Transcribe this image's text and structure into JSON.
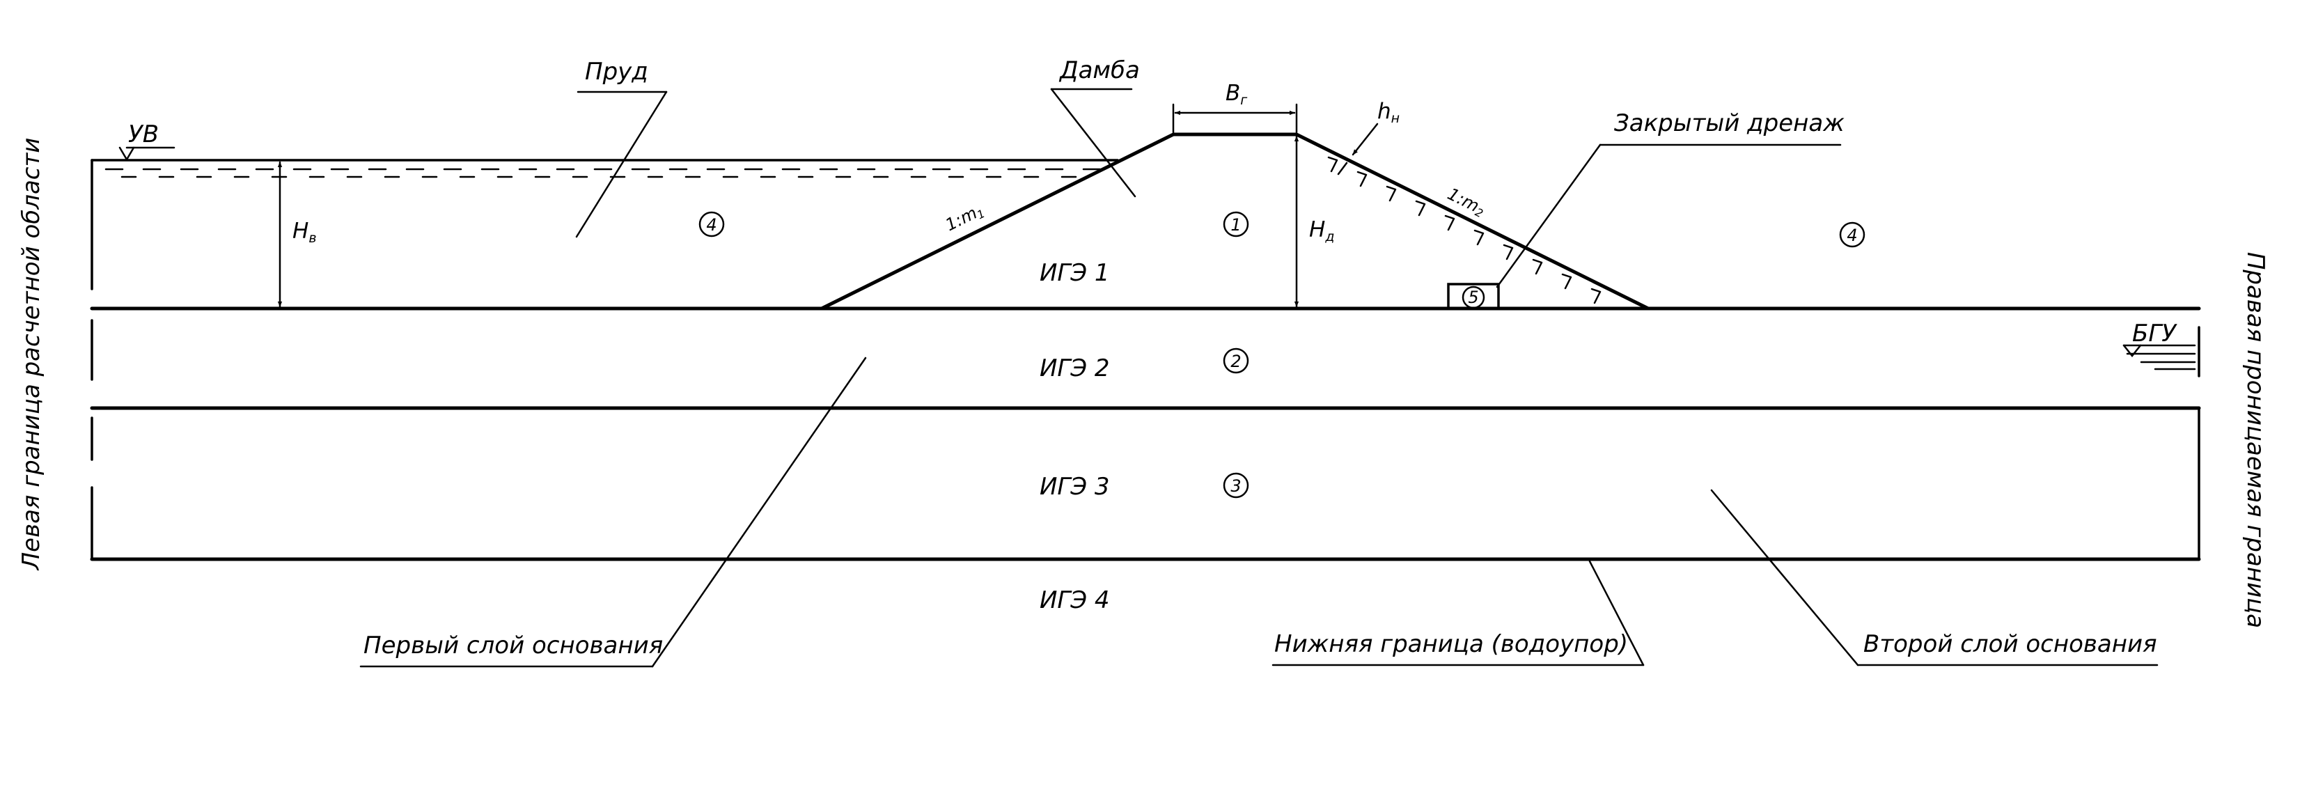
{
  "labels": {
    "pond": "Пруд",
    "dam": "Дамба",
    "closed_drain": "Закрытый дренаж",
    "first_base_layer": "Первый слой основания",
    "lower_boundary": "Нижняя граница (водоупор)",
    "second_base_layer": "Второй слой основания",
    "left_boundary": "Левая граница расчетной области",
    "right_boundary": "Правая проницаемая граница"
  },
  "levels": {
    "water_level": "УВ",
    "groundwater_level": "БГУ"
  },
  "layers": {
    "ige1": "ИГЭ 1",
    "ige2": "ИГЭ 2",
    "ige3": "ИГЭ 3",
    "ige4": "ИГЭ 4"
  },
  "zones": {
    "z1": "1",
    "z2": "2",
    "z3": "3",
    "z4_left": "4",
    "z4_right": "4",
    "z5": "5"
  },
  "dimensions": {
    "crest_width": {
      "main": "B",
      "sub": "г"
    },
    "pond_depth": {
      "main": "H",
      "sub": "в"
    },
    "dam_height": {
      "main": "H",
      "sub": "д"
    },
    "protect_thickness": {
      "main": "h",
      "sub": "н"
    },
    "upstream_slope": {
      "main": "1:m",
      "sub": "1"
    },
    "downstream_slope": {
      "main": "1:m",
      "sub": "2"
    }
  }
}
